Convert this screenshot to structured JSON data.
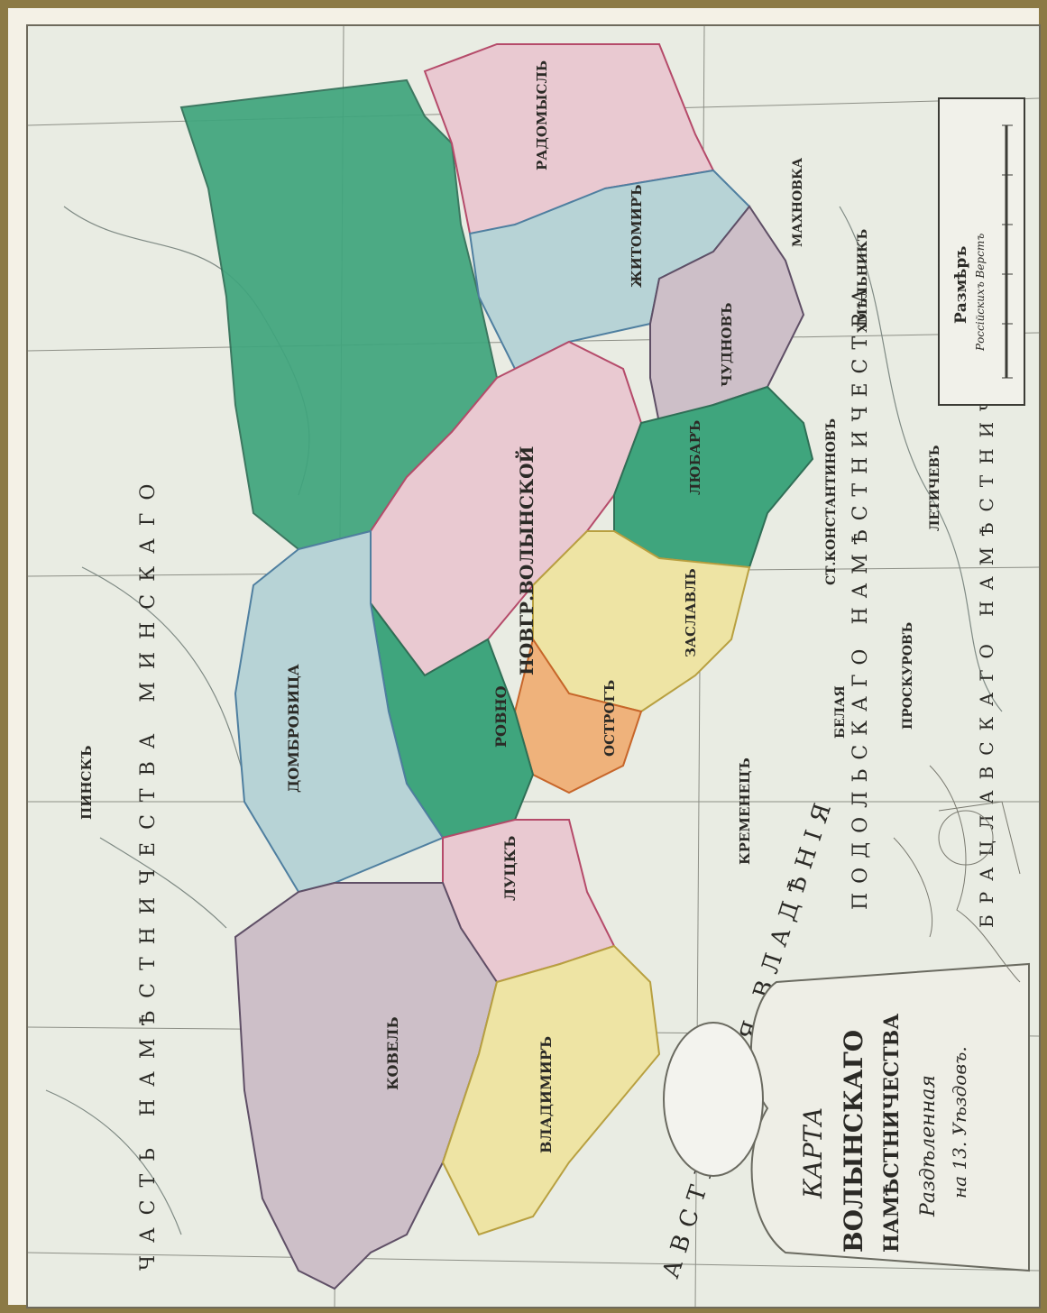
{
  "map": {
    "cartouche_title_lines": [
      "КАРТА",
      "ВОЛЫНСКАГО",
      "НАМѢСТНИЧЕСТВА",
      "Раздѣленная",
      "на 13. Уѣздовъ."
    ],
    "scale_title": "Размѣръ",
    "scale_subtitle": "Россійскихъ Верстъ",
    "regions": [
      "ВЛАДИМИРЪ",
      "КОВЕЛЬ",
      "ЛУЦКЪ",
      "РОВНО",
      "ДОМБРОВИЦА",
      "НОВГР.ВОЛЫНСКОЙ",
      "ЖИТОМИРЪ",
      "РАДОМЫСЛЬ",
      "ЧУДНОВЪ",
      "ОСТРОГЪ",
      "ЗАСЛАВЛЬ",
      "КРЕМЕНЕЦЪ",
      "ЛЮБАРЪ"
    ],
    "towns": [
      "ПИНСКЪ",
      "МАХНОВКА",
      "ХМѢЛЬНИКЪ",
      "ЛЕТИЧЕВЪ",
      "ПРОСКУРОВЪ",
      "СТ.КОНСТАНТИНОВЪ",
      "БЕЛАЯ"
    ],
    "large_labels": {
      "north": "ЧАСТЬ НАМѢСТНИЧЕСТВА МИНСКАГО",
      "south_west": "АВСТРІЙСКІЯ ВЛАДѢНІЯ",
      "podolsk": "ПОДОЛЬСКАГО НАМѢСТНИЧЕСТВА",
      "bratslav": "БРАЦЛАВСКАГО НАМѢСТНИЧЕСТВА"
    },
    "colors": {
      "green": "#3fa57d",
      "pink": "#e9c9d1",
      "blue": "#b7d3d6",
      "yellow": "#eee4a4",
      "orange": "#efb27b",
      "lavender": "#cdbfc8",
      "frame": "#8c7a45"
    }
  }
}
